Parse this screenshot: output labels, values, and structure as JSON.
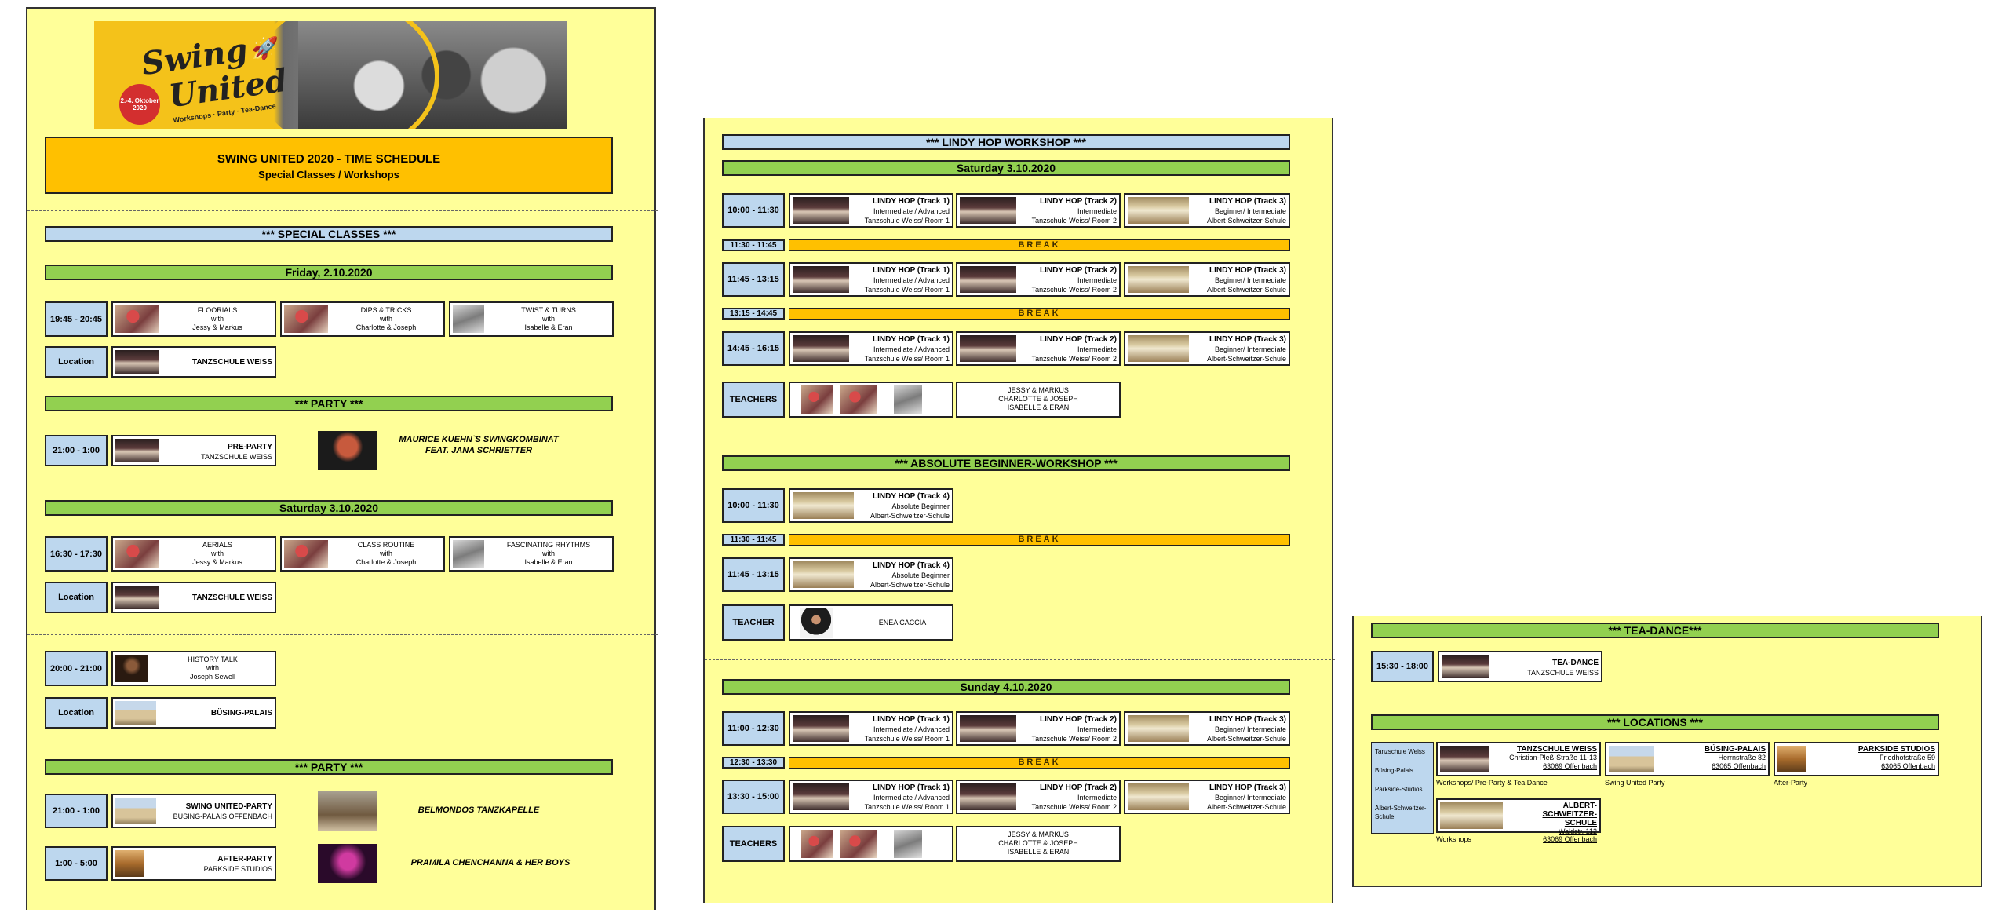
{
  "banner": {
    "logo_text_1": "Swing",
    "logo_text_2": "United",
    "badge": "2.-4. Oktober 2020",
    "slogan": "Workshops · Party · Tea-Dance"
  },
  "header": {
    "title": "SWING UNITED 2020 - TIME SCHEDULE",
    "subtitle": "Special Classes / Workshops"
  },
  "special": {
    "heading": "*** SPECIAL CLASSES ***",
    "friday_heading": "Friday, 2.10.2020",
    "fri_time": "19:45 - 20:45",
    "fri_cards": [
      {
        "title": "FLOORIALS",
        "with": "with",
        "who": "Jessy & Markus"
      },
      {
        "title": "DIPS & TRICKS",
        "with": "with",
        "who": "Charlotte & Joseph"
      },
      {
        "title": "TWIST & TURNS",
        "with": "with",
        "who": "Isabelle & Eran"
      }
    ],
    "location_label": "Location",
    "loc1": "TANZSCHULE WEISS",
    "party_heading": "*** PARTY ***",
    "pre_time": "21:00 - 1:00",
    "pre_title": "PRE-PARTY",
    "pre_place": "TANZSCHULE WEISS",
    "pre_band_1": "MAURICE KUEHN`S SWINGKOMBINAT",
    "pre_band_2": "FEAT. JANA SCHRIETTER",
    "saturday_heading": "Saturday 3.10.2020",
    "sat_time": "16:30 - 17:30",
    "sat_cards": [
      {
        "title": "AERIALS",
        "with": "with",
        "who": "Jessy & Markus"
      },
      {
        "title": "CLASS ROUTINE",
        "with": "with",
        "who": "Charlotte & Joseph"
      },
      {
        "title": "FASCINATING RHYTHMS",
        "with": "with",
        "who": "Isabelle & Eran"
      }
    ],
    "loc2": "TANZSCHULE WEISS",
    "hist_time": "20:00 - 21:00",
    "hist_title": "HISTORY TALK",
    "hist_with": "with",
    "hist_who": "Joseph Sewell",
    "loc3": "BÜSING-PALAIS",
    "party2_heading": "*** PARTY ***",
    "su_time": "21:00 - 1:00",
    "su_title": "SWING UNITED-PARTY",
    "su_place": "BÜSING-PALAIS OFFENBACH",
    "su_band": "BELMONDOS TANZKAPELLE",
    "ap_time": "1:00 - 5:00",
    "ap_title": "AFTER-PARTY",
    "ap_place": "PARKSIDE STUDIOS",
    "ap_band": "PRAMILA CHENCHANNA & HER BOYS"
  },
  "lindy": {
    "heading": "*** LINDY HOP WORKSHOP ***",
    "sat_heading": "Saturday 3.10.2020",
    "tracks": [
      {
        "title": "LINDY HOP (Track 1)",
        "level": "Intermediate / Advanced",
        "place": "Tanzschule Weiss/ Room 1"
      },
      {
        "title": "LINDY HOP (Track 2)",
        "level": "Intermediate",
        "place": "Tanzschule Weiss/ Room 2"
      },
      {
        "title": "LINDY HOP (Track 3)",
        "level": "Beginner/ Intermediate",
        "place": "Albert-Schweitzer-Schule"
      }
    ],
    "sat_times": [
      "10:00 - 11:30",
      "11:45 - 13:15",
      "14:45 - 16:15"
    ],
    "sat_breaks": [
      {
        "time": "11:30 - 11:45",
        "label": "BREAK"
      },
      {
        "time": "13:15 - 14:45",
        "label": "BREAK"
      }
    ],
    "teachers_label": "TEACHERS",
    "teachers": [
      "JESSY & MARKUS",
      "CHARLOTTE & JOSEPH",
      "ISABELLE & ERAN"
    ],
    "abs_heading": "*** ABSOLUTE BEGINNER-WORKSHOP ***",
    "abs_times": [
      "10:00 - 11:30",
      "11:45 - 13:15"
    ],
    "abs_break": {
      "time": "11:30 - 11:45",
      "label": "BREAK"
    },
    "abs_track": {
      "title": "LINDY HOP (Track 4)",
      "level": "Absolute Beginner",
      "place": "Albert-Schweitzer-Schule"
    },
    "teacher_label": "TEACHER",
    "abs_teacher": "ENEA CACCIA",
    "sun_heading": "Sunday 4.10.2020",
    "sun_times": [
      "11:00 - 12:30",
      "13:30 - 15:00"
    ],
    "sun_break": {
      "time": "12:30 - 13:30",
      "label": "BREAK"
    }
  },
  "tea": {
    "heading": "*** TEA-DANCE***",
    "time": "15:30 - 18:00",
    "title": "TEA-DANCE",
    "place": "TANZSCHULE WEISS",
    "locations_heading": "*** LOCATIONS ***",
    "legend": [
      "Tanzschule Weiss",
      "Büsing-Palais",
      "Parkside-Studios",
      "Albert-Schweitzer-Schule"
    ],
    "locs": [
      {
        "name": "TANZSCHULE WEISS",
        "street": "Christian-Pleß-Straße 11-13",
        "city": "63069 Offenbach",
        "caption": "Workshops/ Pre-Party & Tea Dance"
      },
      {
        "name": "BÜSING-PALAIS",
        "street": "Herrnstraße 82",
        "city": "63065 Offenbach",
        "caption": "Swing United Party"
      },
      {
        "name": "PARKSIDE STUDIOS",
        "street": "Friedhofstraße 59",
        "city": "63065 Offenbach",
        "caption": "After-Party"
      },
      {
        "name": "ALBERT-SCHWEITZER-SCHULE",
        "street": "Waldstr. 112",
        "city": "63069 Offenbach",
        "caption": "Workshops"
      }
    ]
  }
}
